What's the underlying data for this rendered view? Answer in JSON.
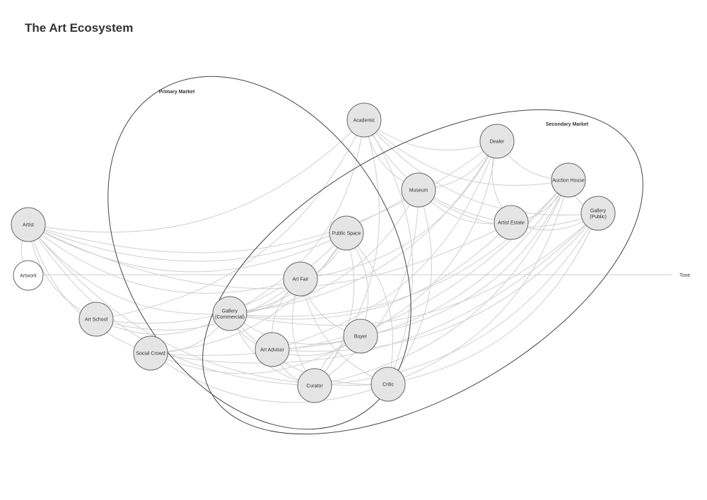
{
  "title": "The Art Ecosystem",
  "colors": {
    "node_fill": "#e5e5e5",
    "node_fill_plain": "#ffffff",
    "node_stroke": "#666666",
    "edge": "#cfcfcf",
    "region_outline": "#444444"
  },
  "regions": [
    {
      "id": "primary",
      "label": "Primary Market"
    },
    {
      "id": "secondary",
      "label": "Secondary Market"
    }
  ],
  "timeline": {
    "label": "Time"
  },
  "nodes": [
    {
      "id": "artist",
      "lines": [
        "Artist"
      ],
      "style": "filled"
    },
    {
      "id": "artwork",
      "lines": [
        "Artwork"
      ],
      "style": "plain"
    },
    {
      "id": "academic",
      "lines": [
        "Academic"
      ],
      "style": "filled"
    },
    {
      "id": "dealer",
      "lines": [
        "Dealer"
      ],
      "style": "filled"
    },
    {
      "id": "museum",
      "lines": [
        "Museum"
      ],
      "style": "filled"
    },
    {
      "id": "auction-house",
      "lines": [
        "Auction House"
      ],
      "style": "filled"
    },
    {
      "id": "gallery-public",
      "lines": [
        "Gallery",
        "(Public)"
      ],
      "style": "filled"
    },
    {
      "id": "artist-estate",
      "lines": [
        "Artist Estate"
      ],
      "style": "filled"
    },
    {
      "id": "public-space",
      "lines": [
        "Public Space"
      ],
      "style": "filled"
    },
    {
      "id": "art-fair",
      "lines": [
        "Art Fair"
      ],
      "style": "filled"
    },
    {
      "id": "art-school",
      "lines": [
        "Art School"
      ],
      "style": "filled"
    },
    {
      "id": "gallery-commercial",
      "lines": [
        "Gallery",
        "(Commercial)"
      ],
      "style": "filled"
    },
    {
      "id": "buyer",
      "lines": [
        "Buyer"
      ],
      "style": "filled"
    },
    {
      "id": "social-crowd",
      "lines": [
        "Social Crowd"
      ],
      "style": "filled"
    },
    {
      "id": "art-advisor",
      "lines": [
        "Art Advisor"
      ],
      "style": "filled"
    },
    {
      "id": "curator",
      "lines": [
        "Curator"
      ],
      "style": "filled"
    },
    {
      "id": "critic",
      "lines": [
        "Critic"
      ],
      "style": "filled"
    }
  ],
  "edges": [
    [
      "artist",
      "artwork"
    ],
    [
      "artist",
      "art-school"
    ],
    [
      "artist",
      "social-crowd"
    ],
    [
      "artist",
      "gallery-commercial"
    ],
    [
      "artist",
      "public-space"
    ],
    [
      "artist",
      "museum"
    ],
    [
      "artist",
      "art-fair"
    ],
    [
      "artist",
      "academic"
    ],
    [
      "artist",
      "artist-estate"
    ],
    [
      "artist",
      "curator"
    ],
    [
      "artist",
      "critic"
    ],
    [
      "artist",
      "dealer"
    ],
    [
      "art-school",
      "gallery-commercial"
    ],
    [
      "art-school",
      "public-space"
    ],
    [
      "art-school",
      "art-fair"
    ],
    [
      "art-school",
      "academic"
    ],
    [
      "social-crowd",
      "gallery-commercial"
    ],
    [
      "social-crowd",
      "critic"
    ],
    [
      "social-crowd",
      "buyer"
    ],
    [
      "social-crowd",
      "auction-house"
    ],
    [
      "social-crowd",
      "public-space"
    ],
    [
      "social-crowd",
      "gallery-public"
    ],
    [
      "gallery-commercial",
      "art-fair"
    ],
    [
      "gallery-commercial",
      "buyer"
    ],
    [
      "gallery-commercial",
      "art-advisor"
    ],
    [
      "gallery-commercial",
      "curator"
    ],
    [
      "gallery-commercial",
      "critic"
    ],
    [
      "gallery-commercial",
      "museum"
    ],
    [
      "gallery-commercial",
      "dealer"
    ],
    [
      "gallery-commercial",
      "public-space"
    ],
    [
      "gallery-commercial",
      "auction-house"
    ],
    [
      "gallery-commercial",
      "artist-estate"
    ],
    [
      "gallery-commercial",
      "academic"
    ],
    [
      "gallery-commercial",
      "gallery-public"
    ],
    [
      "art-fair",
      "buyer"
    ],
    [
      "art-fair",
      "art-advisor"
    ],
    [
      "art-fair",
      "curator"
    ],
    [
      "art-fair",
      "critic"
    ],
    [
      "art-fair",
      "dealer"
    ],
    [
      "art-fair",
      "public-space"
    ],
    [
      "art-advisor",
      "buyer"
    ],
    [
      "art-advisor",
      "curator"
    ],
    [
      "art-advisor",
      "dealer"
    ],
    [
      "art-advisor",
      "auction-house"
    ],
    [
      "art-advisor",
      "gallery-public"
    ],
    [
      "buyer",
      "curator"
    ],
    [
      "buyer",
      "dealer"
    ],
    [
      "buyer",
      "auction-house"
    ],
    [
      "buyer",
      "public-space"
    ],
    [
      "curator",
      "museum"
    ],
    [
      "curator",
      "academic"
    ],
    [
      "curator",
      "public-space"
    ],
    [
      "curator",
      "gallery-public"
    ],
    [
      "curator",
      "auction-house"
    ],
    [
      "critic",
      "academic"
    ],
    [
      "critic",
      "museum"
    ],
    [
      "critic",
      "public-space"
    ],
    [
      "critic",
      "gallery-public"
    ],
    [
      "critic",
      "auction-house"
    ],
    [
      "academic",
      "museum"
    ],
    [
      "academic",
      "dealer"
    ],
    [
      "academic",
      "artist-estate"
    ],
    [
      "academic",
      "gallery-public"
    ],
    [
      "academic",
      "auction-house"
    ],
    [
      "museum",
      "dealer"
    ],
    [
      "museum",
      "artist-estate"
    ],
    [
      "museum",
      "gallery-public"
    ],
    [
      "dealer",
      "auction-house"
    ],
    [
      "dealer",
      "artist-estate"
    ],
    [
      "artist-estate",
      "auction-house"
    ],
    [
      "artist-estate",
      "gallery-public"
    ],
    [
      "auction-house",
      "gallery-public"
    ]
  ]
}
